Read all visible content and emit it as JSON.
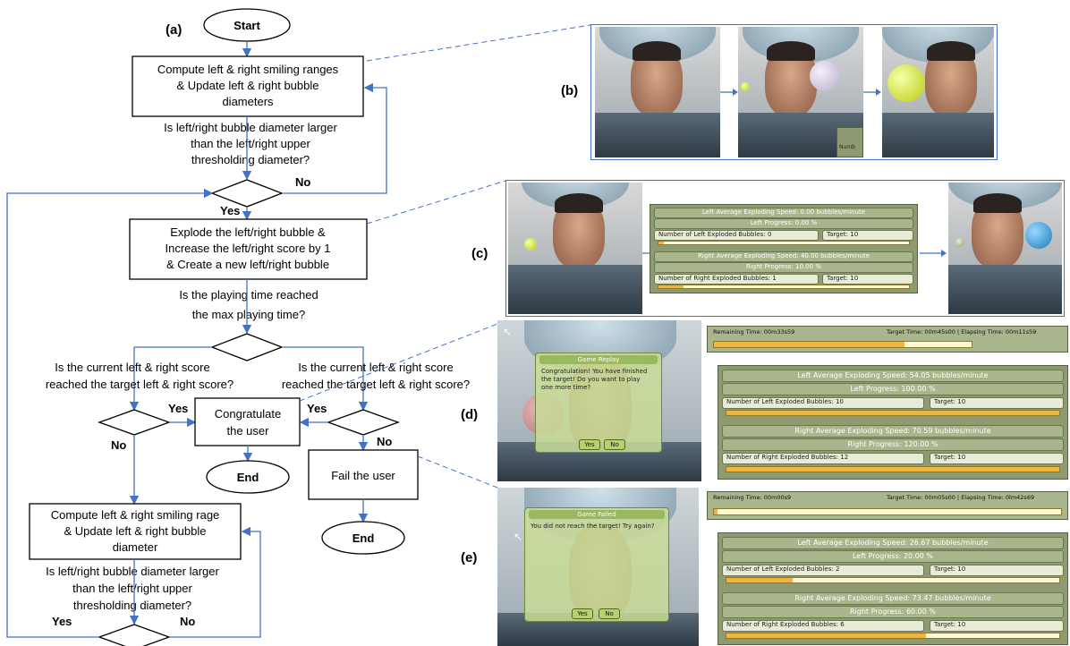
{
  "labels": {
    "a": "(a)",
    "b": "(b)",
    "c": "(c)",
    "d": "(d)",
    "e": "(e)"
  },
  "flowchart": {
    "start": "Start",
    "compute1": [
      "Compute left & right smiling ranges",
      "& Update left & right bubble",
      "diameters"
    ],
    "question1": [
      "Is left/right bubble diameter larger",
      "than the left/right upper",
      "thresholding diameter?"
    ],
    "no1": "No",
    "yes1": "Yes",
    "explode": [
      "Explode the left/right bubble &",
      "Increase the left/right score by 1",
      "& Create a new left/right bubble"
    ],
    "question_time": [
      "Is the playing time reached",
      "the max playing time?"
    ],
    "question_left": [
      "Is the current left & right  score",
      "reached the target left & right score?"
    ],
    "question_right": [
      "Is the current left & right  score",
      "reached the target left & right score?"
    ],
    "yes_left": "Yes",
    "no_left": "No",
    "yes_right": "Yes",
    "no_right": "No",
    "congratulate": [
      "Congratulate",
      "the user"
    ],
    "end1": "End",
    "fail": "Fail the user",
    "end2": "End",
    "compute2": [
      "Compute left & right smiling rage",
      "& Update left & right bubble",
      "diameter"
    ],
    "question2": [
      "Is left/right bubble diameter larger",
      "than the left/right upper",
      "thresholding diameter?"
    ],
    "yes_bottom": "Yes",
    "no_bottom": "No"
  },
  "panel_b": {
    "label_text": "Numb"
  },
  "panel_c": {
    "left_speed": "Left Average Exploding Speed: 0.00 bubbles/minute",
    "left_progress": "Left Progress: 0.00 %",
    "left_exploded": "Number of Left Exploded Bubbles: 0",
    "left_target": "Target: 10",
    "left_fill": 0.0,
    "right_speed": "Right Average Exploding Speed: 40.00 bubbles/minute",
    "right_progress": "Right Progress: 10.00 %",
    "right_exploded": "Number of Right Exploded Bubbles: 1",
    "right_target": "Target: 10",
    "right_fill": 0.1
  },
  "panel_d": {
    "dialog_title": "Game Replay",
    "dialog_text": "Congratulation! You have finished the target! Do you want to play one more time?",
    "yes_btn": "Yes",
    "no_btn": "No",
    "remaining": "Remaining Time: 00m33s59",
    "target_time": "Target Time: 00m45s00 | Elapsing Time: 00m11s59",
    "time_fill": 0.74,
    "left_speed": "Left Average Exploding Speed: 54.05 bubbles/minute",
    "left_progress": "Left Progress: 100.00 %",
    "left_exploded": "Number of Left Exploded Bubbles: 10",
    "left_target": "Target: 10",
    "left_fill": 1.0,
    "right_speed": "Right Average Exploding Speed: 70.59 bubbles/minute",
    "right_progress": "Right Progress: 120.00 %",
    "right_exploded": "Number of Right Exploded Bubbles: 12",
    "right_target": "Target: 10",
    "right_fill": 1.0
  },
  "panel_e": {
    "dialog_title": "Game Failed",
    "dialog_text": "You did not reach the target! Try again?",
    "yes_btn": "Yes",
    "no_btn": "No",
    "remaining": "Remaining Time: 00m00s9",
    "target_time": "Target Time: 00m05s00 | Elapsing Time: 0lm42s69",
    "time_fill": 0.01,
    "left_speed": "Left Average Exploding Speed: 26.67 bubbles/minute",
    "left_progress": "Left Progress: 20.00 %",
    "left_exploded": "Number of Left Exploded Bubbles: 2",
    "left_target": "Target: 10",
    "left_fill": 0.2,
    "right_speed": "Right Average Exploding Speed: 73.47 bubbles/minute",
    "right_progress": "Right Progress: 60.00 %",
    "right_exploded": "Number of Right Exploded Bubbles: 6",
    "right_target": "Target: 10",
    "right_fill": 0.6
  },
  "colors": {
    "line": "#4472c4",
    "box_border": "#000000",
    "bubble_yellow": "#d9ec3a",
    "bubble_lavender": "#cfc6dc",
    "bubble_blue": "#2e9fd8"
  }
}
